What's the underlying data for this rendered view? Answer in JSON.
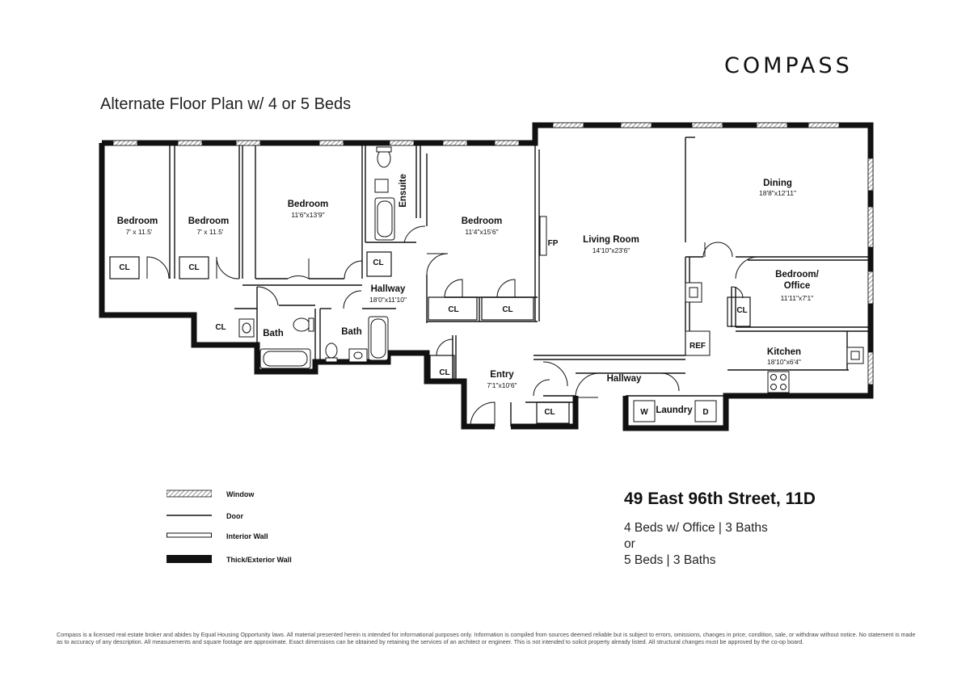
{
  "brand": {
    "logo_text": "COMPASS"
  },
  "plan": {
    "title": "Alternate Floor Plan w/ 4 or 5 Beds",
    "rooms": {
      "bedroom1": {
        "name": "Bedroom",
        "dim": "7' x 11.5'"
      },
      "bedroom2": {
        "name": "Bedroom",
        "dim": "7' x 11.5'"
      },
      "bedroom3": {
        "name": "Bedroom",
        "dim": "11'6\"x13'9\""
      },
      "bedroom4": {
        "name": "Bedroom",
        "dim": "11'4\"x15'6\""
      },
      "ensuite": {
        "name": "Ensuite"
      },
      "hallway1": {
        "name": "Hallway",
        "dim": "18'0\"x11'10\""
      },
      "bath1": {
        "name": "Bath"
      },
      "bath2": {
        "name": "Bath"
      },
      "living": {
        "name": "Living Room",
        "dim": "14'10\"x23'6\""
      },
      "dining": {
        "name": "Dining",
        "dim": "18'8\"x12'11\""
      },
      "office": {
        "name": "Bedroom/",
        "name2": "Office",
        "dim": "11'11\"x7'1\""
      },
      "kitchen": {
        "name": "Kitchen",
        "dim": "18'10\"x6'4\""
      },
      "entry": {
        "name": "Entry",
        "dim": "7'1\"x10'6\""
      },
      "hallway2": {
        "name": "Hallway"
      },
      "laundry": {
        "name": "Laundry"
      }
    },
    "labels": {
      "closet": "CL",
      "fireplace": "FP",
      "refrigerator": "REF",
      "washer": "W",
      "dryer": "D"
    }
  },
  "legend": {
    "window": "Window",
    "door": "Door",
    "interior_wall": "Interior Wall",
    "exterior_wall": "Thick/Exterior Wall"
  },
  "listing": {
    "address": "49 East 96th Street, 11D",
    "line1": "4 Beds w/ Office | 3 Baths",
    "line2": "or",
    "line3": "5 Beds | 3 Baths"
  },
  "disclaimer": "Compass is a licensed real estate broker and abides by Equal Housing Opportunity laws. All material presented herein is intended for informational purposes only. Information is compiled from sources deemed reliable but is subject to errors, omissions, changes in price, condition, sale, or withdraw without notice. No statement is made as to accuracy of any description. All measurements and square footage are approximate. Exact dimensions can be obtained by retaining the services of an architect or engineer. This is not intended to solicit property already listed. All structural changes must be approved by the co-op board."
}
